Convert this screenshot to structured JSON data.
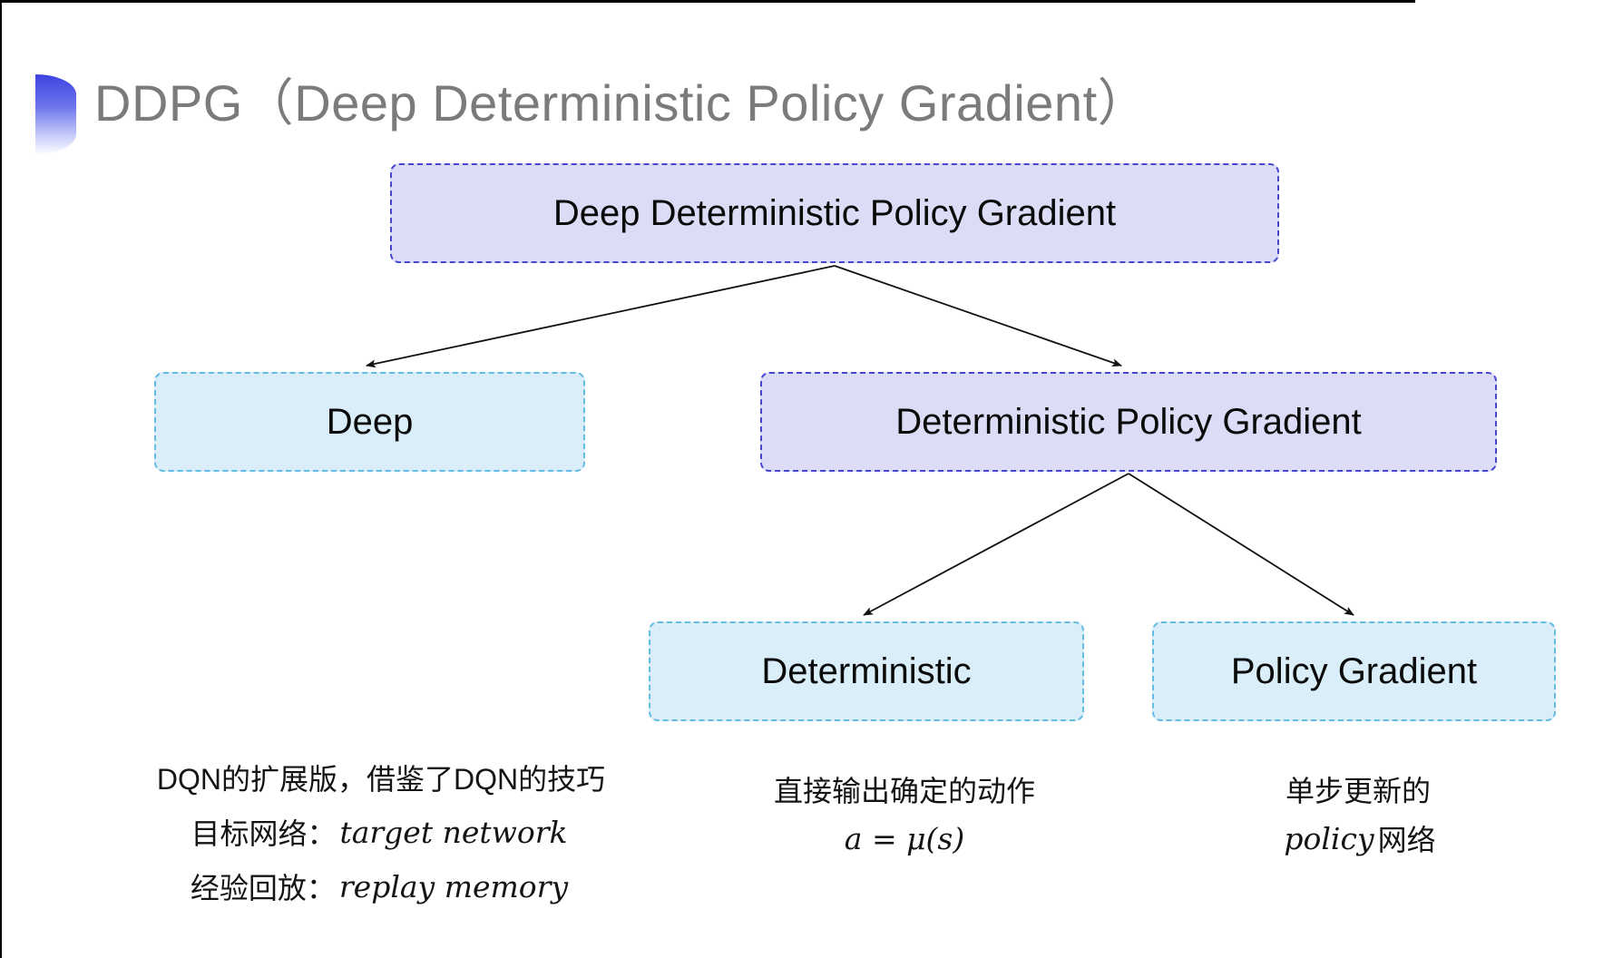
{
  "header": {
    "title": "DDPG（Deep Deterministic Policy Gradient）",
    "accent_color_top": "#3d43e0",
    "title_color": "#7b7b7b"
  },
  "tree": {
    "root": {
      "label": "Deep Deterministic Policy Gradient",
      "variant": "purple"
    },
    "deep": {
      "label": "Deep",
      "variant": "cyan"
    },
    "dpg": {
      "label": "Deterministic Policy Gradient",
      "variant": "purple"
    },
    "det": {
      "label": "Deterministic",
      "variant": "cyan"
    },
    "pg": {
      "label": "Policy Gradient",
      "variant": "cyan"
    }
  },
  "notes": {
    "deep": {
      "line1": {
        "seg1": "DQN的扩展版，借鉴了DQN的技巧"
      },
      "line2": {
        "seg1": "目标网络：",
        "seg2": "target network"
      },
      "line3": {
        "seg1": "经验回放：",
        "seg2": "replay memory"
      }
    },
    "det": {
      "line1": {
        "seg1": "直接输出确定的动作"
      },
      "line2": {
        "seg1": "a = μ(s)"
      }
    },
    "pg": {
      "line1": {
        "seg1": "单步更新的"
      },
      "line2": {
        "seg1": "policy",
        "seg2": " 网络"
      }
    }
  },
  "colors": {
    "purple_fill": "#dcdcf7",
    "purple_border": "#4646ce",
    "cyan_fill": "#d9eef9",
    "cyan_border": "#63bce4",
    "arrow": "#111111",
    "box_text": "#0a0a0a"
  }
}
